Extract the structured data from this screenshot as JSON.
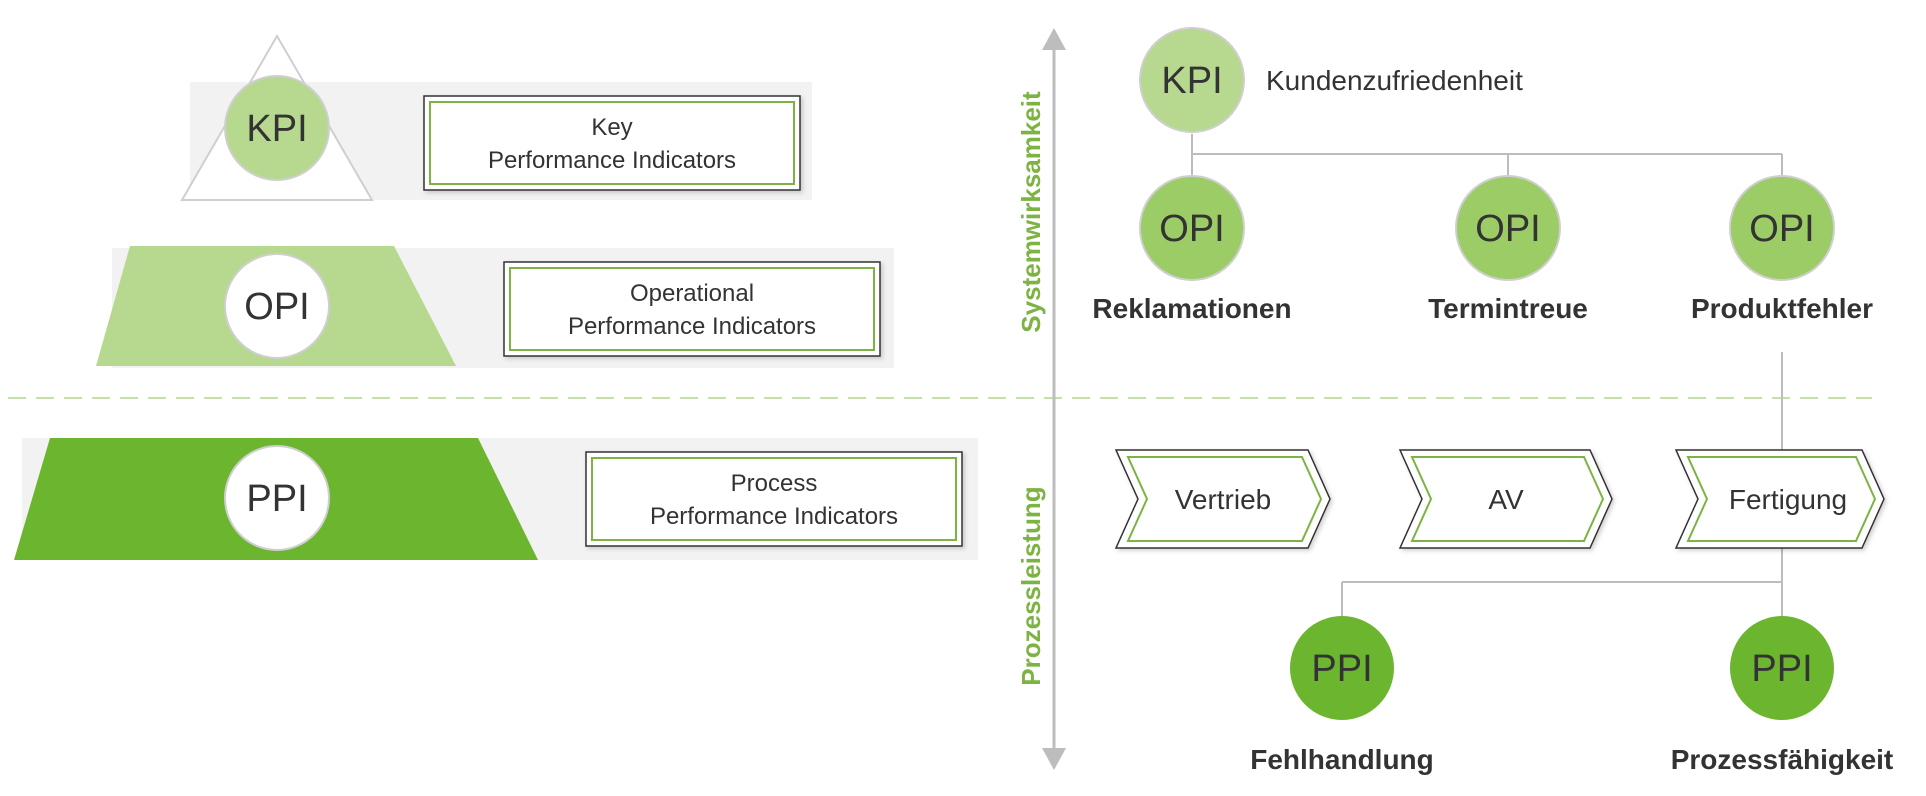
{
  "colors": {
    "light_green": "#b6d98f",
    "mid_green": "#9ccc65",
    "dark_green": "#6cb52f",
    "accent_green": "#7cb342",
    "gray_line": "#bdbdbd",
    "panel_gray": "#f2f2f2",
    "text_dark": "#333333"
  },
  "levels": [
    {
      "abbr": "KPI",
      "label_line1": "Key",
      "label_line2": "Performance Indicators"
    },
    {
      "abbr": "OPI",
      "label_line1": "Operational",
      "label_line2": "Performance Indicators"
    },
    {
      "abbr": "PPI",
      "label_line1": "Process",
      "label_line2": "Performance Indicators"
    }
  ],
  "axis": {
    "top_label": "Systemwirksamkeit",
    "bottom_label": "Prozessleistung"
  },
  "tree": {
    "kpi": {
      "abbr": "KPI",
      "label": "Kundenzufriedenheit"
    },
    "opis": [
      {
        "abbr": "OPI",
        "label": "Reklamationen"
      },
      {
        "abbr": "OPI",
        "label": "Termintreue"
      },
      {
        "abbr": "OPI",
        "label": "Produktfehler"
      }
    ],
    "processes": [
      "Vertrieb",
      "AV",
      "Fertigung"
    ],
    "ppis": [
      {
        "abbr": "PPI",
        "label": "Fehlhandlung"
      },
      {
        "abbr": "PPI",
        "label": "Prozessfähigkeit"
      }
    ]
  }
}
